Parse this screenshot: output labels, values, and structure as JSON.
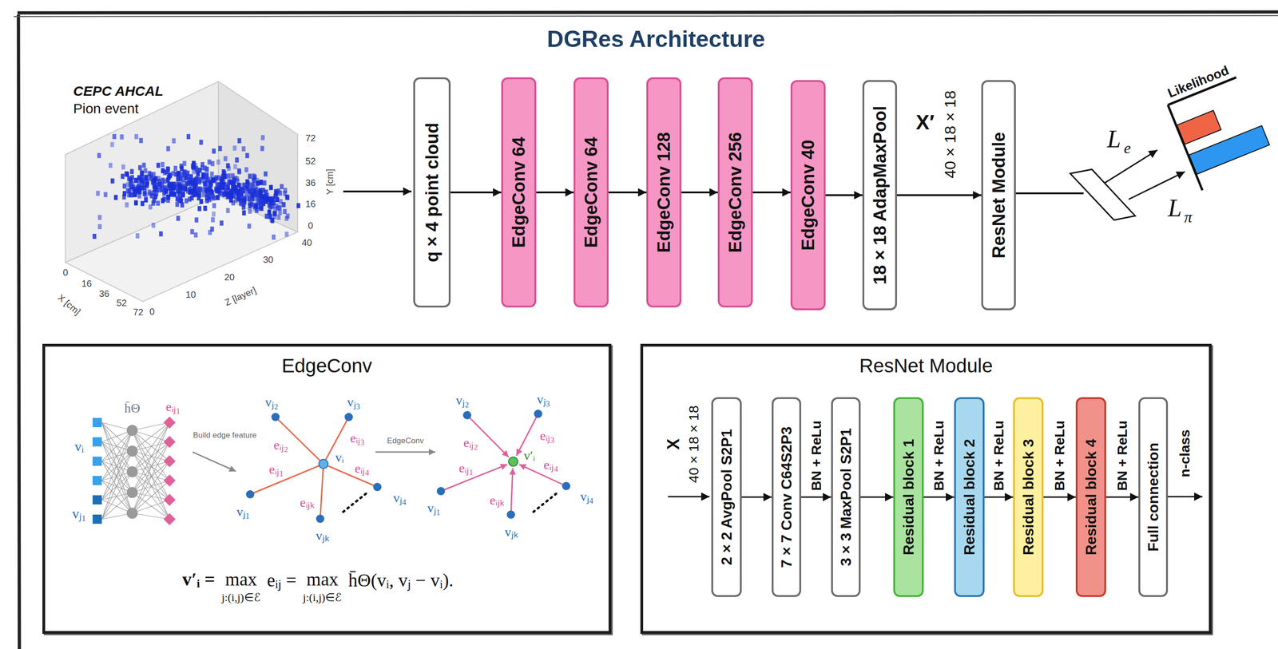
{
  "diagram": {
    "title": "DGRes Architecture",
    "nodes": [
      {
        "text": [
          "q × 4 point cloud"
        ]
      },
      {
        "text": [
          "EdgeConv 64"
        ]
      },
      {
        "text": [
          "EdgeConv 64"
        ]
      },
      {
        "text": [
          "EdgeConv 128"
        ]
      },
      {
        "text": [
          "EdgeConv 256"
        ]
      },
      {
        "text": [
          "EdgeConv 40"
        ]
      },
      {
        "text": [
          "18 × 18 AdapMaxPool"
        ]
      },
      {
        "text": [
          "ResNet Module"
        ]
      },
      {
        "text": [
          "EdgeConv"
        ]
      },
      {
        "text": [
          "ResNet Module"
        ]
      },
      {
        "text": [
          "2 × 2 AvgPool S2P1"
        ],
        "in": 9
      },
      {
        "text": [
          "7 × 7 Conv C64S2P3"
        ],
        "in": 9
      },
      {
        "text": [
          "3 × 3 MaxPool S2P1"
        ],
        "in": 9
      },
      {
        "text": [
          "Residual block 1"
        ],
        "in": 9
      },
      {
        "text": [
          "Residual block 2"
        ],
        "in": 9
      },
      {
        "text": [
          "Residual block 3"
        ],
        "in": 9
      },
      {
        "text": [
          "Residual block 4"
        ],
        "in": 9
      },
      {
        "text": [
          "Full connection"
        ],
        "in": 9
      }
    ],
    "edges": [
      {
        "from": 0,
        "to": 1,
        "arrow": "to"
      },
      {
        "from": 1,
        "to": 2,
        "arrow": "to"
      },
      {
        "from": 2,
        "to": 3,
        "arrow": "to"
      },
      {
        "from": 3,
        "to": 4,
        "arrow": "to"
      },
      {
        "from": 4,
        "to": 5,
        "arrow": "to"
      },
      {
        "from": 5,
        "to": 6,
        "arrow": "to"
      },
      {
        "from": 6,
        "to": 7,
        "arrow": "to"
      },
      {
        "from": 10,
        "to": 11,
        "arrow": "to"
      },
      {
        "from": 11,
        "to": 12,
        "label": "BN + ReLu",
        "arrow": "to"
      },
      {
        "from": 12,
        "to": 13,
        "arrow": "to"
      },
      {
        "from": 13,
        "to": 14,
        "label": "BN + ReLu",
        "arrow": "to"
      },
      {
        "from": 14,
        "to": 15,
        "label": "BN + ReLu",
        "arrow": "to"
      },
      {
        "from": 15,
        "to": 16,
        "label": "BN + ReLu",
        "arrow": "to"
      },
      {
        "from": 16,
        "to": 17,
        "label": "BN + ReLu",
        "arrow": "to"
      }
    ],
    "labels": [
      "CEPC AHCAL",
      "Pion event",
      "72",
      "52",
      "36",
      "16",
      "0",
      "Y [cm]",
      "0",
      "10",
      "20",
      "30",
      "40",
      "Z [layer]",
      "0",
      "16",
      "36",
      "52",
      "72",
      "X [cm]",
      "X′",
      "40 × 18 × 18",
      "L",
      "e",
      "L",
      "π",
      "Likelihood",
      "vᵢ",
      "vⱼ₁",
      "h̄Θ",
      "eᵢⱼ₁",
      "Build edge feature",
      "vⱼ₂",
      "vⱼ₃",
      "eᵢⱼ₂",
      "eᵢⱼ₃",
      "eᵢⱼ₁",
      "vᵢ",
      "eᵢⱼ₄",
      "vⱼ₄",
      "vⱼ₁",
      "eᵢⱼₖ",
      "vⱼₖ",
      "vⱼ₂",
      "vⱼ₃",
      "eᵢⱼ₂",
      "eᵢⱼ₃",
      "eᵢⱼ₁",
      "v′ᵢ",
      "eᵢⱼ₄",
      "vⱼ₄",
      "vⱼ₁",
      "eᵢⱼₖ",
      "vⱼₖ",
      "EdgeConv",
      "v′ᵢ =",
      "max",
      "j:(i,j)∈ℰ",
      "eᵢⱼ =",
      "max",
      "j:(i,j)∈ℰ",
      "h̄Θ(vᵢ, vⱼ − vᵢ).",
      "X",
      "40 × 18 × 18",
      "n-class"
    ]
  }
}
